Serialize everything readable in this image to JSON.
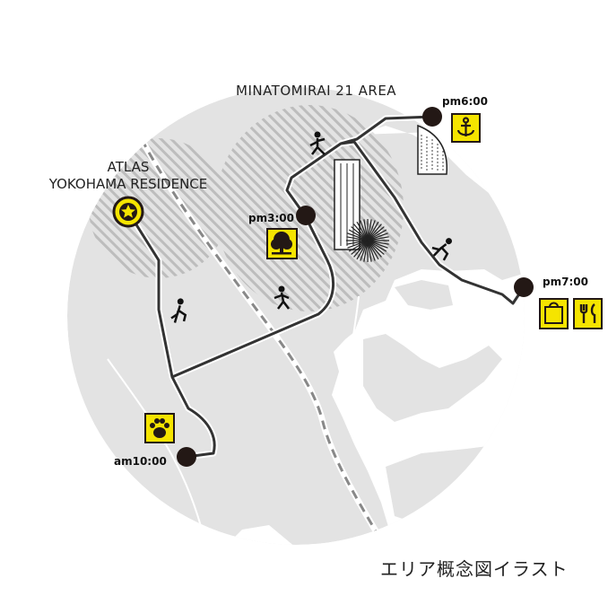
{
  "area_label": "MINATOMIRAI 21 AREA",
  "residence": {
    "line1": "ATLAS",
    "line2": "YOKOHAMA RESIDENCE",
    "icon": "star-icon"
  },
  "stops": [
    {
      "time": "am10:00",
      "icons": [
        "paw-icon"
      ]
    },
    {
      "time": "pm3:00",
      "icons": [
        "tree-icon"
      ]
    },
    {
      "time": "pm6:00",
      "icons": [
        "anchor-icon"
      ]
    },
    {
      "time": "pm7:00",
      "icons": [
        "shopping-bag-icon",
        "fork-knife-icon"
      ]
    }
  ],
  "caption": "エリア概念図イラスト",
  "colors": {
    "land": "#e3e3e3",
    "water": "#ffffff",
    "route": "#333333",
    "badge": "#f5e400",
    "dot": "#231815"
  }
}
